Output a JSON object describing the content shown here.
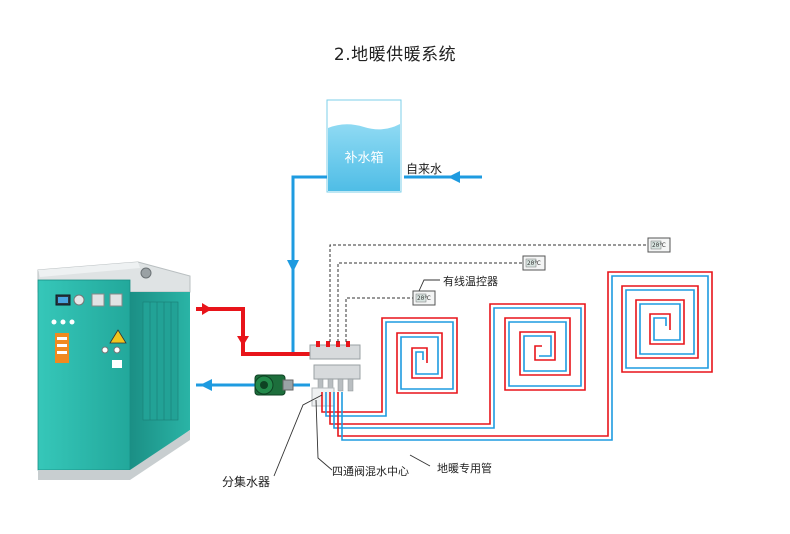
{
  "title": "2.地暖供暖系统",
  "labels": {
    "tank": "补水箱",
    "tap_water": "自来水",
    "thermostat": "有线温控器",
    "manifold": "分集水器",
    "mixing_center": "四通阀混水中心",
    "floor_pipe": "地暖专用管"
  },
  "thermostat_display": "20℃",
  "colors": {
    "supply_water": "#e8141a",
    "return_water": "#1e9be0",
    "boiler_body": "#2bb8ab",
    "tank_water": "#5fc6e8"
  }
}
